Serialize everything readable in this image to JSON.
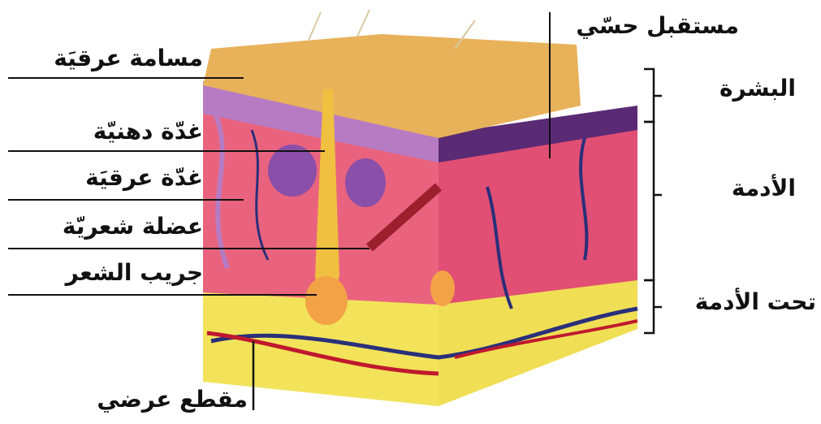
{
  "labels_left": {
    "sweat_pore": "مسامة عرقيَة",
    "sebaceous_gland": "غدّة دهنيّة",
    "sweat_gland": "غدّة عرقيَة",
    "hair_muscle": "عضلة شعريّة",
    "hair_follicle": "جريب الشعر"
  },
  "labels_right": {
    "sensory_receptor": "مستقبل حسّي",
    "epidermis": "البشرة",
    "dermis": "الأدمة",
    "hypodermis": "تحت الأدمة"
  },
  "labels_bottom": {
    "cross_section": "مقطع عرضي"
  },
  "colors": {
    "epidermis_top": "#e8b25a",
    "epidermis_layer": "#b77bc4",
    "dermis": "#e9637e",
    "dermis_side": "#e14f74",
    "fat": "#f2e35a",
    "vein": "#2a2f7a",
    "artery": "#c0182e",
    "gland": "#8a4fa8",
    "hair": "#f0c040"
  }
}
